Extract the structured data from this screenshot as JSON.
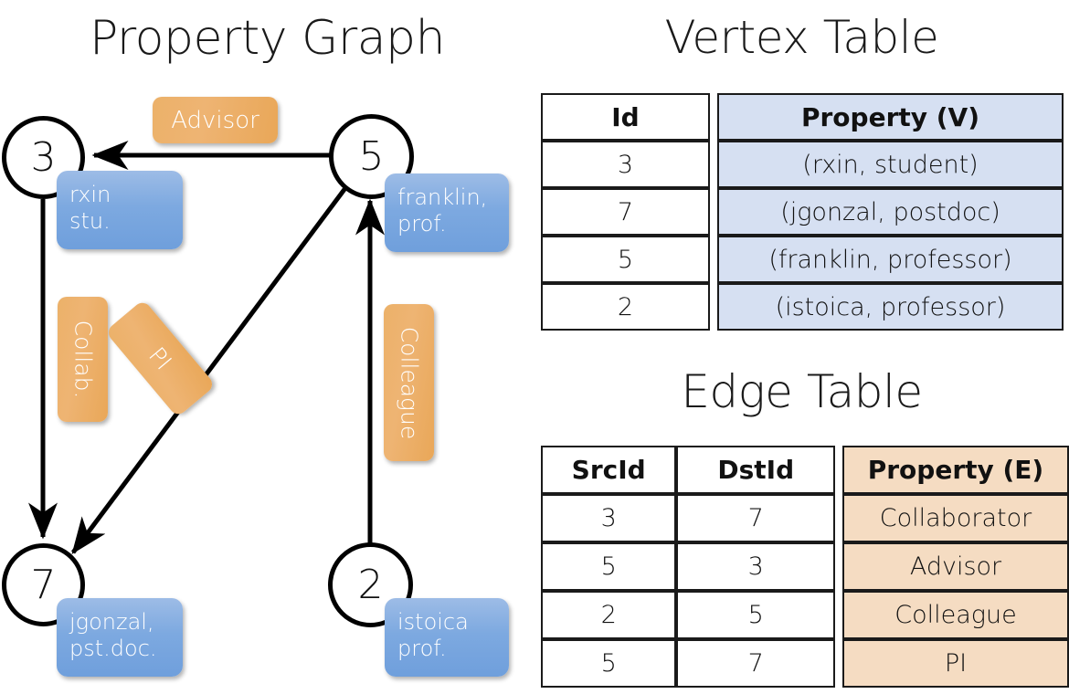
{
  "titles": {
    "property_graph": "Property Graph",
    "vertex_table": "Vertex Table",
    "edge_table": "Edge Table"
  },
  "colors": {
    "vertex_property_fill": "#d6e0f2",
    "edge_property_fill": "#f5dcc2",
    "node_box_blue": "#7da9e0",
    "edge_label_orange": "#eab06a",
    "stroke": "#000000"
  },
  "graph": {
    "nodes": [
      {
        "id": "3",
        "property_line1": "rxin",
        "property_line2": "stu."
      },
      {
        "id": "5",
        "property_line1": "franklin,",
        "property_line2": "prof."
      },
      {
        "id": "7",
        "property_line1": "jgonzal,",
        "property_line2": "pst.doc."
      },
      {
        "id": "2",
        "property_line1": "istoica",
        "property_line2": "prof."
      }
    ],
    "edge_labels": [
      {
        "label": "Advisor",
        "orientation": "horizontal"
      },
      {
        "label": "Collab.",
        "orientation": "vertical"
      },
      {
        "label": "PI",
        "orientation": "rotated"
      },
      {
        "label": "Colleague",
        "orientation": "vertical"
      }
    ],
    "edges": [
      {
        "from": "5",
        "to": "3",
        "label": "Advisor"
      },
      {
        "from": "3",
        "to": "7",
        "label": "Collab."
      },
      {
        "from": "5",
        "to": "7",
        "label": "PI"
      },
      {
        "from": "2",
        "to": "5",
        "label": "Colleague"
      }
    ]
  },
  "vertex_table": {
    "headers": [
      "Id",
      "Property (V)"
    ],
    "rows": [
      {
        "id": "3",
        "property": "(rxin, student)"
      },
      {
        "id": "7",
        "property": "(jgonzal, postdoc)"
      },
      {
        "id": "5",
        "property": "(franklin, professor)"
      },
      {
        "id": "2",
        "property": "(istoica, professor)"
      }
    ]
  },
  "edge_table": {
    "headers": [
      "SrcId",
      "DstId",
      "Property (E)"
    ],
    "rows": [
      {
        "src": "3",
        "dst": "7",
        "property": "Collaborator"
      },
      {
        "src": "5",
        "dst": "3",
        "property": "Advisor"
      },
      {
        "src": "2",
        "dst": "5",
        "property": "Colleague"
      },
      {
        "src": "5",
        "dst": "7",
        "property": "PI"
      }
    ]
  }
}
